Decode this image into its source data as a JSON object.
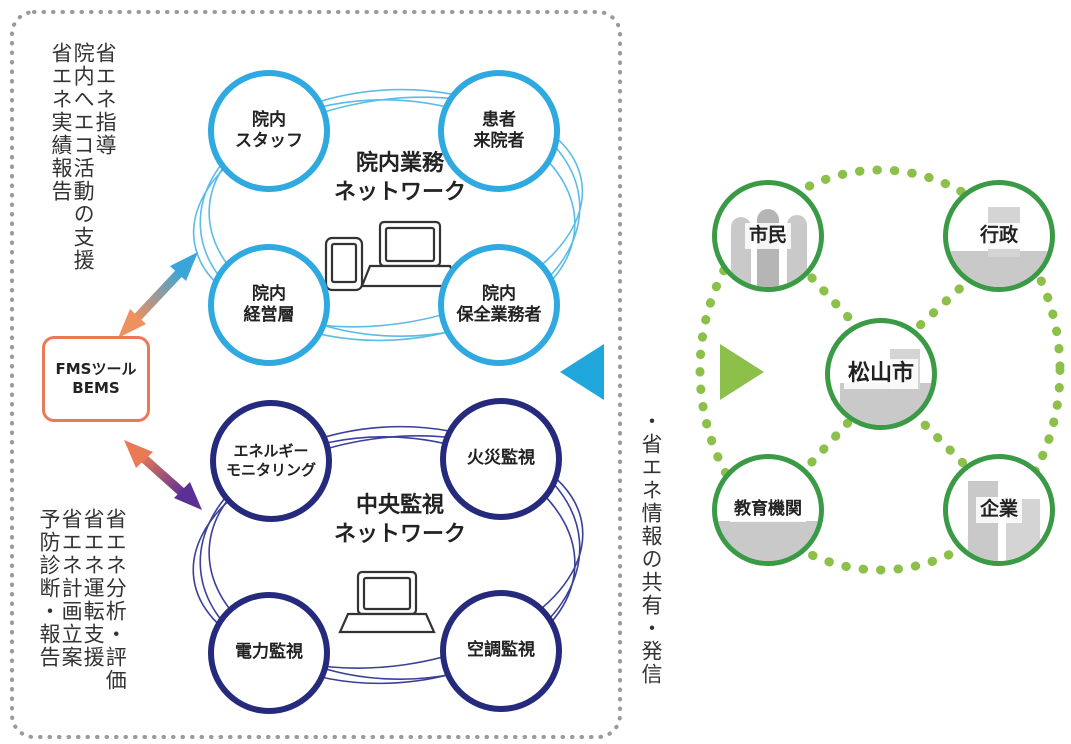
{
  "hospital_tasks": {
    "items": [
      "省エネ指導",
      "院内へエコ活動の支援",
      "省エネ実績報告"
    ]
  },
  "monitor_tasks": {
    "items": [
      "省エネ分析・評価",
      "省エネ運転支援",
      "省エネ計画立案",
      "予防診断・報告"
    ]
  },
  "fms_box": {
    "line1": "FMSツール",
    "line2": "BEMS"
  },
  "upper_network": {
    "title": "院内業務\nネットワーク",
    "nodes": {
      "staff": "院内\nスタッフ",
      "patient": "患者\n来院者",
      "management": "院内\n経営層",
      "maintenance": "院内\n保全業務者"
    }
  },
  "lower_network": {
    "title": "中央監視\nネットワーク",
    "nodes": {
      "energy": "エネルギー\nモニタリング",
      "fire": "火災監視",
      "power": "電力監視",
      "hvac": "空調監視"
    }
  },
  "sharing_label": "・省エネ情報の共有・発信",
  "city_network": {
    "center": "松山市",
    "citizens": "市民",
    "government": "行政",
    "education": "教育機関",
    "company": "企業"
  },
  "colors": {
    "blue": "#2fa9e0",
    "navy": "#262a7c",
    "green": "#3a9a45",
    "green_dots": "#8cc04a",
    "orange": "#e87b55",
    "purple": "#6a3a9a"
  }
}
